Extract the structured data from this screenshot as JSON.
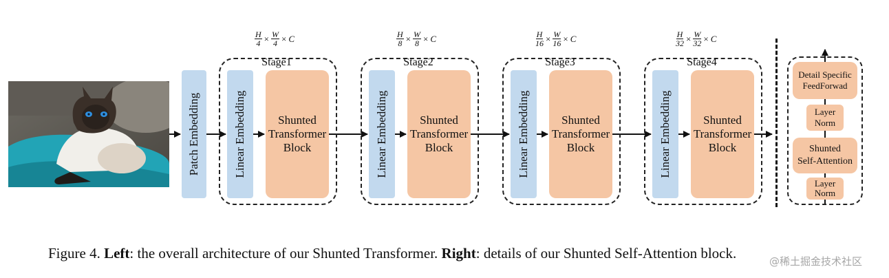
{
  "main": {
    "patch_embedding": "Patch Embedding",
    "linear_embedding": "Linear Embedding",
    "block_lines": [
      "Shunted",
      "Transformer",
      "Block"
    ],
    "stages": [
      {
        "label": "Stage1",
        "h_den": "4",
        "w_den": "4"
      },
      {
        "label": "Stage2",
        "h_den": "8",
        "w_den": "8"
      },
      {
        "label": "Stage3",
        "h_den": "16",
        "w_den": "16"
      },
      {
        "label": "Stage4",
        "h_den": "32",
        "w_den": "32"
      }
    ],
    "formula": {
      "h": "H",
      "w": "W",
      "c": "C",
      "times": "×"
    }
  },
  "detail": {
    "ffn_lines": [
      "Detail Specific",
      "FeedForwad"
    ],
    "layer_norm_lines": [
      "Layer",
      "Norm"
    ],
    "attention_lines": [
      "Shunted",
      "Self-Attention"
    ]
  },
  "caption": {
    "prefix": "Figure 4. ",
    "left_bold": "Left",
    "left_text": ": the overall architecture of our Shunted Transformer. ",
    "right_bold": "Right",
    "right_text": ": details of our Shunted Self-Attention block."
  },
  "watermark": "@稀土掘金技术社区"
}
